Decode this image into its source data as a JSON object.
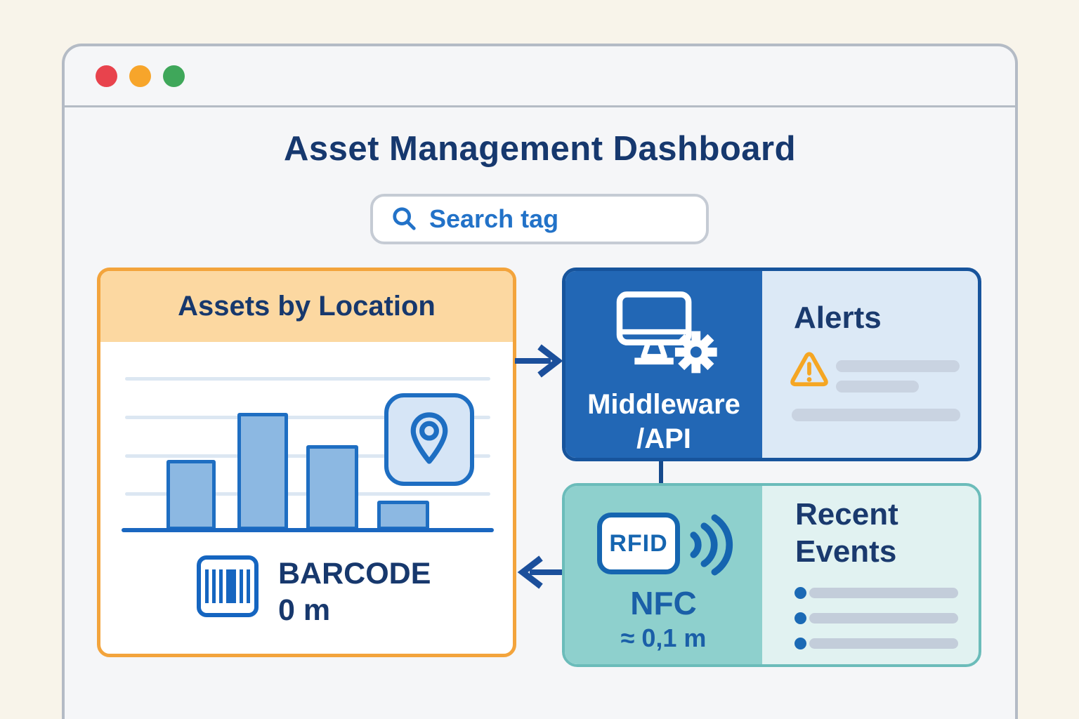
{
  "window": {
    "title": "Asset Management Dashboard",
    "traffic_lights": {
      "close": "#E8434D",
      "minimize": "#F7A52B",
      "zoom": "#3FA75A"
    }
  },
  "search": {
    "placeholder": "Search tag"
  },
  "assets_panel": {
    "title": "Assets by Location",
    "capture_method": "BARCODE",
    "capture_range": "0 m"
  },
  "chart_data": {
    "type": "bar",
    "title": "Assets by Location",
    "categories": [
      "",
      "",
      "",
      ""
    ],
    "values_relative": [
      0.6,
      1.0,
      0.72,
      0.25
    ],
    "xlabel": "",
    "ylabel": "",
    "grid": true,
    "gridline_count": 4,
    "axis_labels_visible": false
  },
  "middleware_panel": {
    "line1": "Middleware",
    "line2": "/API"
  },
  "alerts_panel": {
    "title": "Alerts",
    "placeholder_line_count": 3
  },
  "nfc_panel": {
    "tag_label": "RFID",
    "label": "NFC",
    "range": "≈ 0,1 m"
  },
  "recent_events_panel": {
    "title": "Recent Events",
    "item_count": 3
  },
  "colors": {
    "page_background": "#F8F4EA",
    "window_background": "#F5F6F8",
    "navy_text": "#17386D",
    "accent_orange": "#F3A43C",
    "accent_blue": "#2267B5",
    "accent_teal": "#8ED0CD",
    "link_blue": "#2272C8",
    "bar_fill": "#8CB8E2",
    "bar_stroke": "#1E6EC2",
    "warning_orange": "#F5A623"
  }
}
